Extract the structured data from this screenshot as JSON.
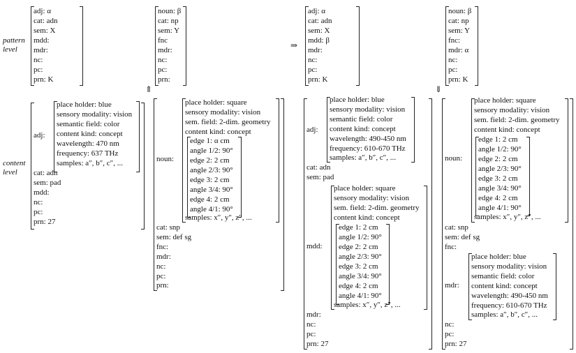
{
  "levels": {
    "pattern_line1": "pattern",
    "pattern_line2": "level",
    "content_line1": "content",
    "content_line2": "level"
  },
  "arrows": {
    "down_up": "⇑",
    "right": "⇒",
    "down": "⇓"
  },
  "p1a": [
    "adj: α",
    "cat: adn",
    "sem: X",
    "mdd:",
    "mdr:",
    "nc:",
    "pc:",
    "prn: K"
  ],
  "p1b": [
    "noun: β",
    "cat: np",
    "sem: Y",
    "fnc",
    "mdr:",
    "nc:",
    "pc:",
    "prn:"
  ],
  "p2a": [
    "adj: α",
    "cat: adn",
    "sem: X",
    "mdd: β",
    "mdr:",
    "nc:",
    "pc:",
    "prn: K"
  ],
  "p2b": [
    "noun: β",
    "cat: np",
    "sem: Y",
    "fnc:",
    "mdr: α",
    "nc:",
    "pc:",
    "prn: K"
  ],
  "c1a": {
    "key": "adj:",
    "inner": [
      "place holder: blue",
      "sensory modality: vision",
      "semantic field: color",
      "content kind: concept",
      "wavelength: 470 nm",
      "frequency: 637 THz",
      "samples: a″, b″, c″, ..."
    ],
    "rest": [
      "cat: adn",
      "sem: pad",
      "mdd:",
      "nc:",
      "pc:",
      "prn: 27"
    ]
  },
  "c1b": {
    "key": "noun:",
    "inner_top": [
      "place holder: square",
      "sensory modality: vision",
      "sem. field: 2-dim. geometry",
      "content kind: concept"
    ],
    "edges": [
      "edge 1: α cm",
      "angle 1/2: 90°",
      "edge 2: 2 cm",
      "angle 2/3: 90°",
      "edge 3: 2 cm",
      "angle 3/4: 90°",
      "edge 4: 2 cm",
      "angle 4/1: 90°"
    ],
    "samples": "samples: x″, y″, z″, ...",
    "rest": [
      "cat: snp",
      "sem: def sg",
      "fnc:",
      "mdr:",
      "nc:",
      "pc:",
      "prn:"
    ]
  },
  "c2a": {
    "adj_key": "adj:",
    "adj_inner": [
      "place holder: blue",
      "sensory modality: vision",
      "semantic field: color",
      "content kind: concept",
      "wavelength: 490-450 nm",
      "frequency: 610-670 THz",
      "samples: a″, b″, c″, ..."
    ],
    "mid": [
      "cat: adn",
      "sem: pad"
    ],
    "mdd_key": "mdd:",
    "mdd_top": [
      "place holder: square",
      "sensory modality: vision",
      "sem. field: 2-dim. geometry",
      "content kind: concept"
    ],
    "mdd_edges": [
      "edge 1: 2 cm",
      "angle 1/2: 90°",
      "edge 2: 2 cm",
      "angle 2/3: 90°",
      "edge 3: 2 cm",
      "angle 3/4: 90°",
      "edge 4: 2 cm",
      "angle 4/1: 90°"
    ],
    "mdd_samples": "samples: x″, y″, z″, ...",
    "rest": [
      "mdr:",
      "nc:",
      "pc:",
      "prn: 27"
    ]
  },
  "c2b": {
    "noun_key": "noun:",
    "noun_top": [
      "place holder: square",
      "sensory modality: vision",
      "sem. field: 2-dim. geometry",
      "content kind: concept"
    ],
    "noun_edges": [
      "edge 1: 2 cm",
      "angle 1/2: 90°",
      "edge 2: 2 cm",
      "angle 2/3: 90°",
      "edge 3: 2 cm",
      "angle 3/4: 90°",
      "edge 4: 2 cm",
      "angle 4/1: 90°"
    ],
    "noun_samples": "samples: x″, y″, z″, ...",
    "mid": [
      "cat: snp",
      "sem: def sg",
      "fnc:"
    ],
    "mdr_key": "mdr:",
    "mdr_inner": [
      "place holder: blue",
      "sensory modality: vision",
      "semantic field: color",
      "content kind: concept",
      "wavelength: 490-450 nm",
      "frequency: 610-670 THz",
      "samples: a″, b″, c″, ..."
    ],
    "rest": [
      "nc:",
      "pc:",
      "prn: 27"
    ]
  }
}
